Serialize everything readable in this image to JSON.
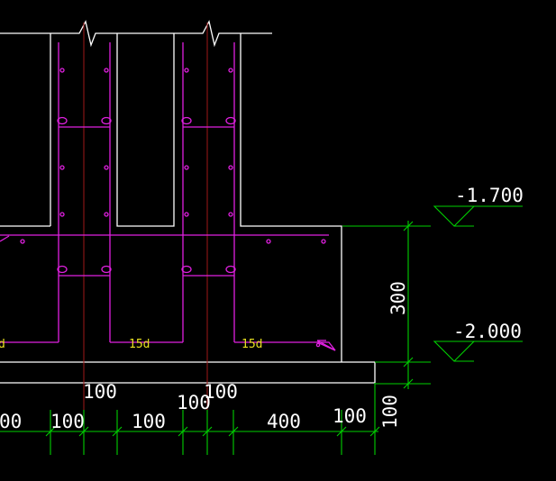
{
  "drawing": {
    "colors": {
      "background": "#000000",
      "concrete": "#ffffff",
      "rebar": "#e020e0",
      "dimension": "#00d000",
      "centerline": "#a01818",
      "hook_label": "#e8e020"
    },
    "elevations": {
      "top": "-1.700",
      "bottom": "-2.000"
    },
    "vertical_dims": {
      "footing_depth": "300",
      "pad_depth": "100"
    },
    "hook_labels": {
      "left_partial": "d",
      "middle": "15d",
      "right": "15d"
    },
    "upper_dims": {
      "a": "100",
      "b": "100",
      "c": "100"
    },
    "bottom_dims": {
      "d1": "00",
      "d2": "100",
      "d3": "100",
      "d4": "400",
      "d5": "100"
    }
  }
}
